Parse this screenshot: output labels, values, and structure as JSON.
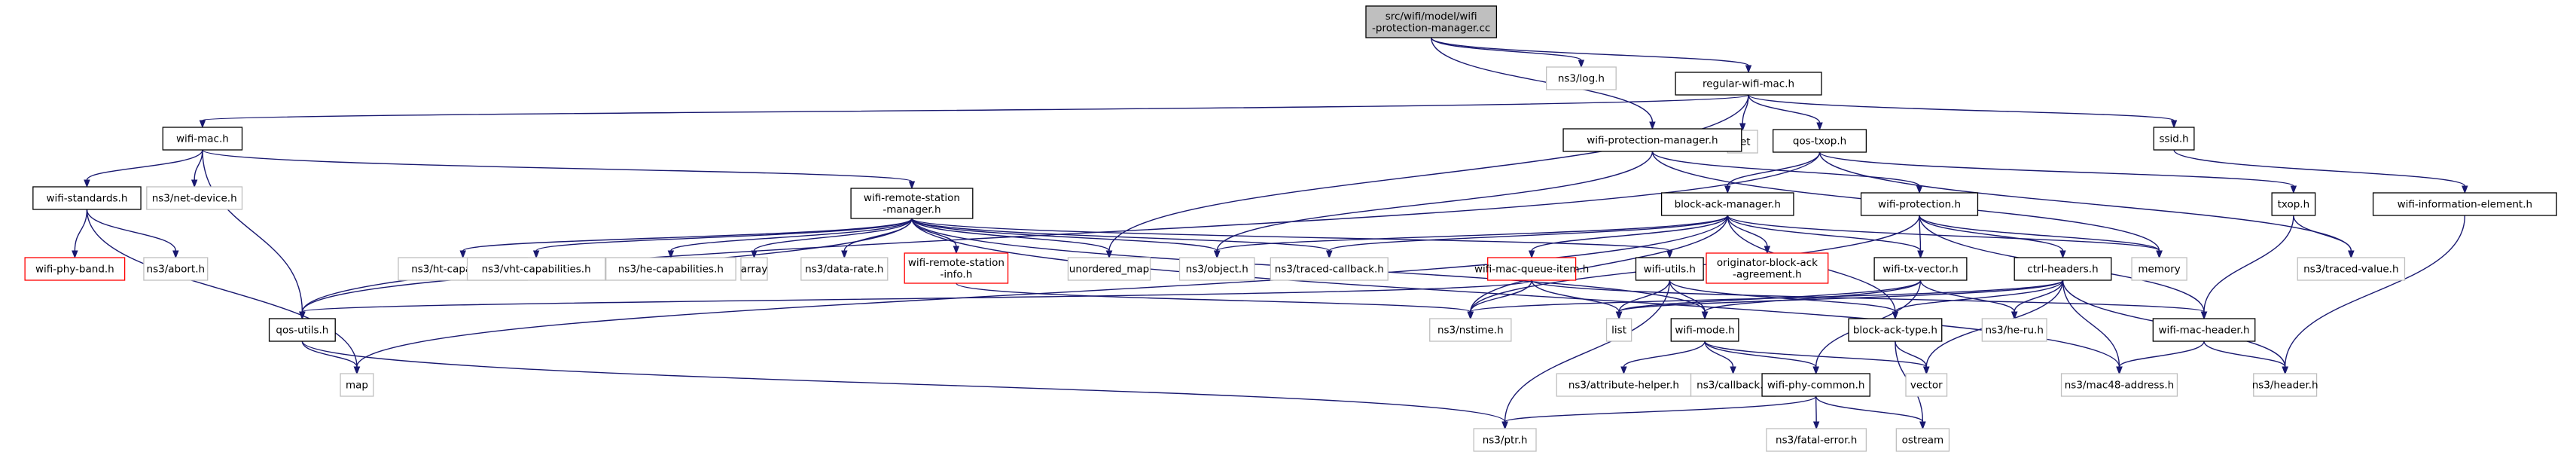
{
  "colors": {
    "edge": "#191970",
    "border_normal": "#000000",
    "border_missing": "#bfbfbf",
    "border_incomplete": "#ff0000",
    "fill_normal": "#ffffff",
    "fill_root": "#bfbfbf"
  },
  "nodes": [
    {
      "id": "root",
      "lines": [
        "src/wifi/model/wifi",
        "-protection-manager.cc"
      ],
      "kind": "root"
    },
    {
      "id": "log",
      "lines": [
        "ns3/log.h"
      ],
      "kind": "missing"
    },
    {
      "id": "regular_wifi_mac",
      "lines": [
        "regular-wifi-mac.h"
      ],
      "kind": "normal"
    },
    {
      "id": "wifi_mac",
      "lines": [
        "wifi-mac.h"
      ],
      "kind": "normal"
    },
    {
      "id": "set",
      "lines": [
        "set"
      ],
      "kind": "missing"
    },
    {
      "id": "qos_txop",
      "lines": [
        "qos-txop.h"
      ],
      "kind": "normal"
    },
    {
      "id": "ssid",
      "lines": [
        "ssid.h"
      ],
      "kind": "normal"
    },
    {
      "id": "wifi_protection_manager",
      "lines": [
        "wifi-protection-manager.h"
      ],
      "kind": "normal"
    },
    {
      "id": "wifi_standards",
      "lines": [
        "wifi-standards.h"
      ],
      "kind": "normal"
    },
    {
      "id": "net_device",
      "lines": [
        "ns3/net-device.h"
      ],
      "kind": "missing"
    },
    {
      "id": "wifi_remote_station_manager",
      "lines": [
        "wifi-remote-station",
        "-manager.h"
      ],
      "kind": "normal"
    },
    {
      "id": "block_ack_manager",
      "lines": [
        "block-ack-manager.h"
      ],
      "kind": "normal"
    },
    {
      "id": "wifi_protection",
      "lines": [
        "wifi-protection.h"
      ],
      "kind": "normal"
    },
    {
      "id": "txop",
      "lines": [
        "txop.h"
      ],
      "kind": "normal"
    },
    {
      "id": "wifi_information_element",
      "lines": [
        "wifi-information-element.h"
      ],
      "kind": "normal"
    },
    {
      "id": "wifi_phy_band",
      "lines": [
        "wifi-phy-band.h"
      ],
      "kind": "incomplete"
    },
    {
      "id": "abort",
      "lines": [
        "ns3/abort.h"
      ],
      "kind": "missing"
    },
    {
      "id": "ht_capabilities",
      "lines": [
        "ns3/ht-capabilities.h"
      ],
      "kind": "missing"
    },
    {
      "id": "vht_capabilities",
      "lines": [
        "ns3/vht-capabilities.h"
      ],
      "kind": "missing"
    },
    {
      "id": "he_capabilities",
      "lines": [
        "ns3/he-capabilities.h"
      ],
      "kind": "missing"
    },
    {
      "id": "array",
      "lines": [
        "array"
      ],
      "kind": "missing"
    },
    {
      "id": "data_rate",
      "lines": [
        "ns3/data-rate.h"
      ],
      "kind": "missing"
    },
    {
      "id": "wifi_remote_station_info",
      "lines": [
        "wifi-remote-station",
        "-info.h"
      ],
      "kind": "incomplete"
    },
    {
      "id": "unordered_map",
      "lines": [
        "unordered_map"
      ],
      "kind": "missing"
    },
    {
      "id": "object",
      "lines": [
        "ns3/object.h"
      ],
      "kind": "missing"
    },
    {
      "id": "traced_callback",
      "lines": [
        "ns3/traced-callback.h"
      ],
      "kind": "missing"
    },
    {
      "id": "wifi_mac_queue_item",
      "lines": [
        "wifi-mac-queue-item.h"
      ],
      "kind": "incomplete"
    },
    {
      "id": "wifi_utils",
      "lines": [
        "wifi-utils.h"
      ],
      "kind": "normal"
    },
    {
      "id": "originator_block_ack",
      "lines": [
        "originator-block-ack",
        "-agreement.h"
      ],
      "kind": "incomplete"
    },
    {
      "id": "wifi_tx_vector",
      "lines": [
        "wifi-tx-vector.h"
      ],
      "kind": "normal"
    },
    {
      "id": "ctrl_headers",
      "lines": [
        "ctrl-headers.h"
      ],
      "kind": "normal"
    },
    {
      "id": "memory",
      "lines": [
        "memory"
      ],
      "kind": "missing"
    },
    {
      "id": "traced_value",
      "lines": [
        "ns3/traced-value.h"
      ],
      "kind": "missing"
    },
    {
      "id": "qos_utils",
      "lines": [
        "qos-utils.h"
      ],
      "kind": "normal"
    },
    {
      "id": "nstime",
      "lines": [
        "ns3/nstime.h"
      ],
      "kind": "missing"
    },
    {
      "id": "list",
      "lines": [
        "list"
      ],
      "kind": "missing"
    },
    {
      "id": "wifi_mode",
      "lines": [
        "wifi-mode.h"
      ],
      "kind": "normal"
    },
    {
      "id": "block_ack_type",
      "lines": [
        "block-ack-type.h"
      ],
      "kind": "normal"
    },
    {
      "id": "he_ru",
      "lines": [
        "ns3/he-ru.h"
      ],
      "kind": "missing"
    },
    {
      "id": "wifi_mac_header",
      "lines": [
        "wifi-mac-header.h"
      ],
      "kind": "normal"
    },
    {
      "id": "map",
      "lines": [
        "map"
      ],
      "kind": "missing"
    },
    {
      "id": "attribute_helper",
      "lines": [
        "ns3/attribute-helper.h"
      ],
      "kind": "missing"
    },
    {
      "id": "callback",
      "lines": [
        "ns3/callback.h"
      ],
      "kind": "missing"
    },
    {
      "id": "wifi_phy_common",
      "lines": [
        "wifi-phy-common.h"
      ],
      "kind": "normal"
    },
    {
      "id": "vector",
      "lines": [
        "vector"
      ],
      "kind": "missing"
    },
    {
      "id": "mac48_address",
      "lines": [
        "ns3/mac48-address.h"
      ],
      "kind": "missing"
    },
    {
      "id": "header",
      "lines": [
        "ns3/header.h"
      ],
      "kind": "missing"
    },
    {
      "id": "fatal_error",
      "lines": [
        "ns3/fatal-error.h"
      ],
      "kind": "missing"
    },
    {
      "id": "ostream",
      "lines": [
        "ostream"
      ],
      "kind": "missing"
    },
    {
      "id": "ptr",
      "lines": [
        "ns3/ptr.h"
      ],
      "kind": "missing"
    }
  ],
  "edges": [
    [
      "root",
      "log"
    ],
    [
      "root",
      "regular_wifi_mac"
    ],
    [
      "root",
      "wifi_protection_manager"
    ],
    [
      "regular_wifi_mac",
      "wifi_mac"
    ],
    [
      "regular_wifi_mac",
      "set"
    ],
    [
      "regular_wifi_mac",
      "qos_txop"
    ],
    [
      "regular_wifi_mac",
      "ssid"
    ],
    [
      "regular_wifi_mac",
      "unordered_map"
    ],
    [
      "wifi_mac",
      "wifi_standards"
    ],
    [
      "wifi_mac",
      "net_device"
    ],
    [
      "wifi_mac",
      "wifi_remote_station_manager"
    ],
    [
      "wifi_mac",
      "qos_utils"
    ],
    [
      "wifi_standards",
      "wifi_phy_band"
    ],
    [
      "wifi_standards",
      "abort"
    ],
    [
      "wifi_standards",
      "map"
    ],
    [
      "qos_txop",
      "block_ack_manager"
    ],
    [
      "qos_txop",
      "txop"
    ],
    [
      "qos_txop",
      "qos_utils"
    ],
    [
      "qos_txop",
      "traced_value"
    ],
    [
      "ssid",
      "wifi_information_element"
    ],
    [
      "wifi_information_element",
      "header"
    ],
    [
      "txop",
      "traced_value"
    ],
    [
      "txop",
      "wifi_mac_header"
    ],
    [
      "wifi_protection_manager",
      "wifi_protection"
    ],
    [
      "wifi_protection_manager",
      "object"
    ],
    [
      "wifi_protection_manager",
      "memory"
    ],
    [
      "wifi_remote_station_manager",
      "ht_capabilities"
    ],
    [
      "wifi_remote_station_manager",
      "vht_capabilities"
    ],
    [
      "wifi_remote_station_manager",
      "he_capabilities"
    ],
    [
      "wifi_remote_station_manager",
      "array"
    ],
    [
      "wifi_remote_station_manager",
      "data_rate"
    ],
    [
      "wifi_remote_station_manager",
      "wifi_remote_station_info"
    ],
    [
      "wifi_remote_station_manager",
      "unordered_map"
    ],
    [
      "wifi_remote_station_manager",
      "object"
    ],
    [
      "wifi_remote_station_manager",
      "traced_callback"
    ],
    [
      "wifi_remote_station_manager",
      "wifi_utils"
    ],
    [
      "wifi_remote_station_manager",
      "qos_utils"
    ],
    [
      "wifi_remote_station_manager",
      "wifi_mode"
    ],
    [
      "wifi_remote_station_manager",
      "mac48_address"
    ],
    [
      "wifi_remote_station_info",
      "nstime"
    ],
    [
      "block_ack_manager",
      "wifi_mac_queue_item"
    ],
    [
      "block_ack_manager",
      "originator_block_ack"
    ],
    [
      "block_ack_manager",
      "wifi_tx_vector"
    ],
    [
      "block_ack_manager",
      "traced_callback"
    ],
    [
      "block_ack_manager",
      "object"
    ],
    [
      "block_ack_manager",
      "nstime"
    ],
    [
      "block_ack_manager",
      "map"
    ],
    [
      "block_ack_manager",
      "block_ack_type"
    ],
    [
      "block_ack_manager",
      "memory"
    ],
    [
      "wifi_protection",
      "ctrl_headers"
    ],
    [
      "wifi_protection",
      "wifi_tx_vector"
    ],
    [
      "wifi_protection",
      "nstime"
    ],
    [
      "wifi_protection",
      "memory"
    ],
    [
      "wifi_protection",
      "wifi_mac_header"
    ],
    [
      "wifi_mac_queue_item",
      "qos_utils"
    ],
    [
      "wifi_mac_queue_item",
      "nstime"
    ],
    [
      "wifi_mac_queue_item",
      "list"
    ],
    [
      "wifi_mac_queue_item",
      "wifi_mac_header"
    ],
    [
      "wifi_utils",
      "block_ack_type"
    ],
    [
      "wifi_utils",
      "list"
    ],
    [
      "wifi_utils",
      "wifi_mode"
    ],
    [
      "wifi_utils",
      "ptr"
    ],
    [
      "wifi_tx_vector",
      "wifi_mode"
    ],
    [
      "wifi_tx_vector",
      "list"
    ],
    [
      "wifi_tx_vector",
      "he_ru"
    ],
    [
      "wifi_tx_vector",
      "wifi_phy_common"
    ],
    [
      "ctrl_headers",
      "list"
    ],
    [
      "ctrl_headers",
      "nstime"
    ],
    [
      "ctrl_headers",
      "he_ru"
    ],
    [
      "ctrl_headers",
      "block_ack_type"
    ],
    [
      "ctrl_headers",
      "vector"
    ],
    [
      "ctrl_headers",
      "mac48_address"
    ],
    [
      "ctrl_headers",
      "header"
    ],
    [
      "wifi_mac_header",
      "header"
    ],
    [
      "wifi_mac_header",
      "mac48_address"
    ],
    [
      "qos_utils",
      "map"
    ],
    [
      "qos_utils",
      "ptr"
    ],
    [
      "wifi_mode",
      "attribute_helper"
    ],
    [
      "wifi_mode",
      "callback"
    ],
    [
      "wifi_mode",
      "wifi_phy_common"
    ],
    [
      "wifi_mode",
      "vector"
    ],
    [
      "block_ack_type",
      "vector"
    ],
    [
      "block_ack_type",
      "ostream"
    ],
    [
      "wifi_phy_common",
      "fatal_error"
    ],
    [
      "wifi_phy_common",
      "ostream"
    ],
    [
      "wifi_phy_common",
      "ptr"
    ]
  ]
}
